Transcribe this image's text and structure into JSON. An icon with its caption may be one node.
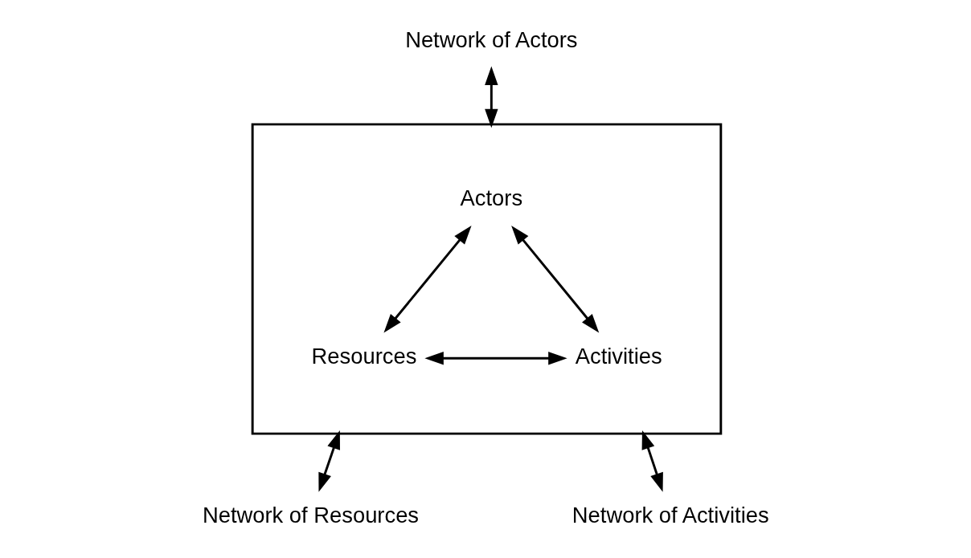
{
  "diagram": {
    "nodes": [
      {
        "text": [
          "Network of Actors"
        ]
      },
      {
        "text": [],
        "shape": "triangle"
      },
      {
        "text": [
          "Actors"
        ],
        "in": 1
      },
      {
        "text": [
          "Resources"
        ],
        "in": 1
      },
      {
        "text": [
          "Activities"
        ],
        "in": 1
      },
      {
        "text": [
          "Network of Resources"
        ]
      },
      {
        "text": [
          "Network of Activities"
        ]
      }
    ],
    "edges": [
      {
        "from": 0,
        "to": 1,
        "arrow": "both"
      },
      {
        "from": 2,
        "to": 3,
        "arrow": "both"
      },
      {
        "from": 2,
        "to": 4,
        "arrow": "both"
      },
      {
        "from": 3,
        "to": 4,
        "arrow": "both"
      },
      {
        "from": 5,
        "to": 1,
        "arrow": "both"
      },
      {
        "from": 6,
        "to": 1,
        "arrow": "both"
      }
    ]
  }
}
